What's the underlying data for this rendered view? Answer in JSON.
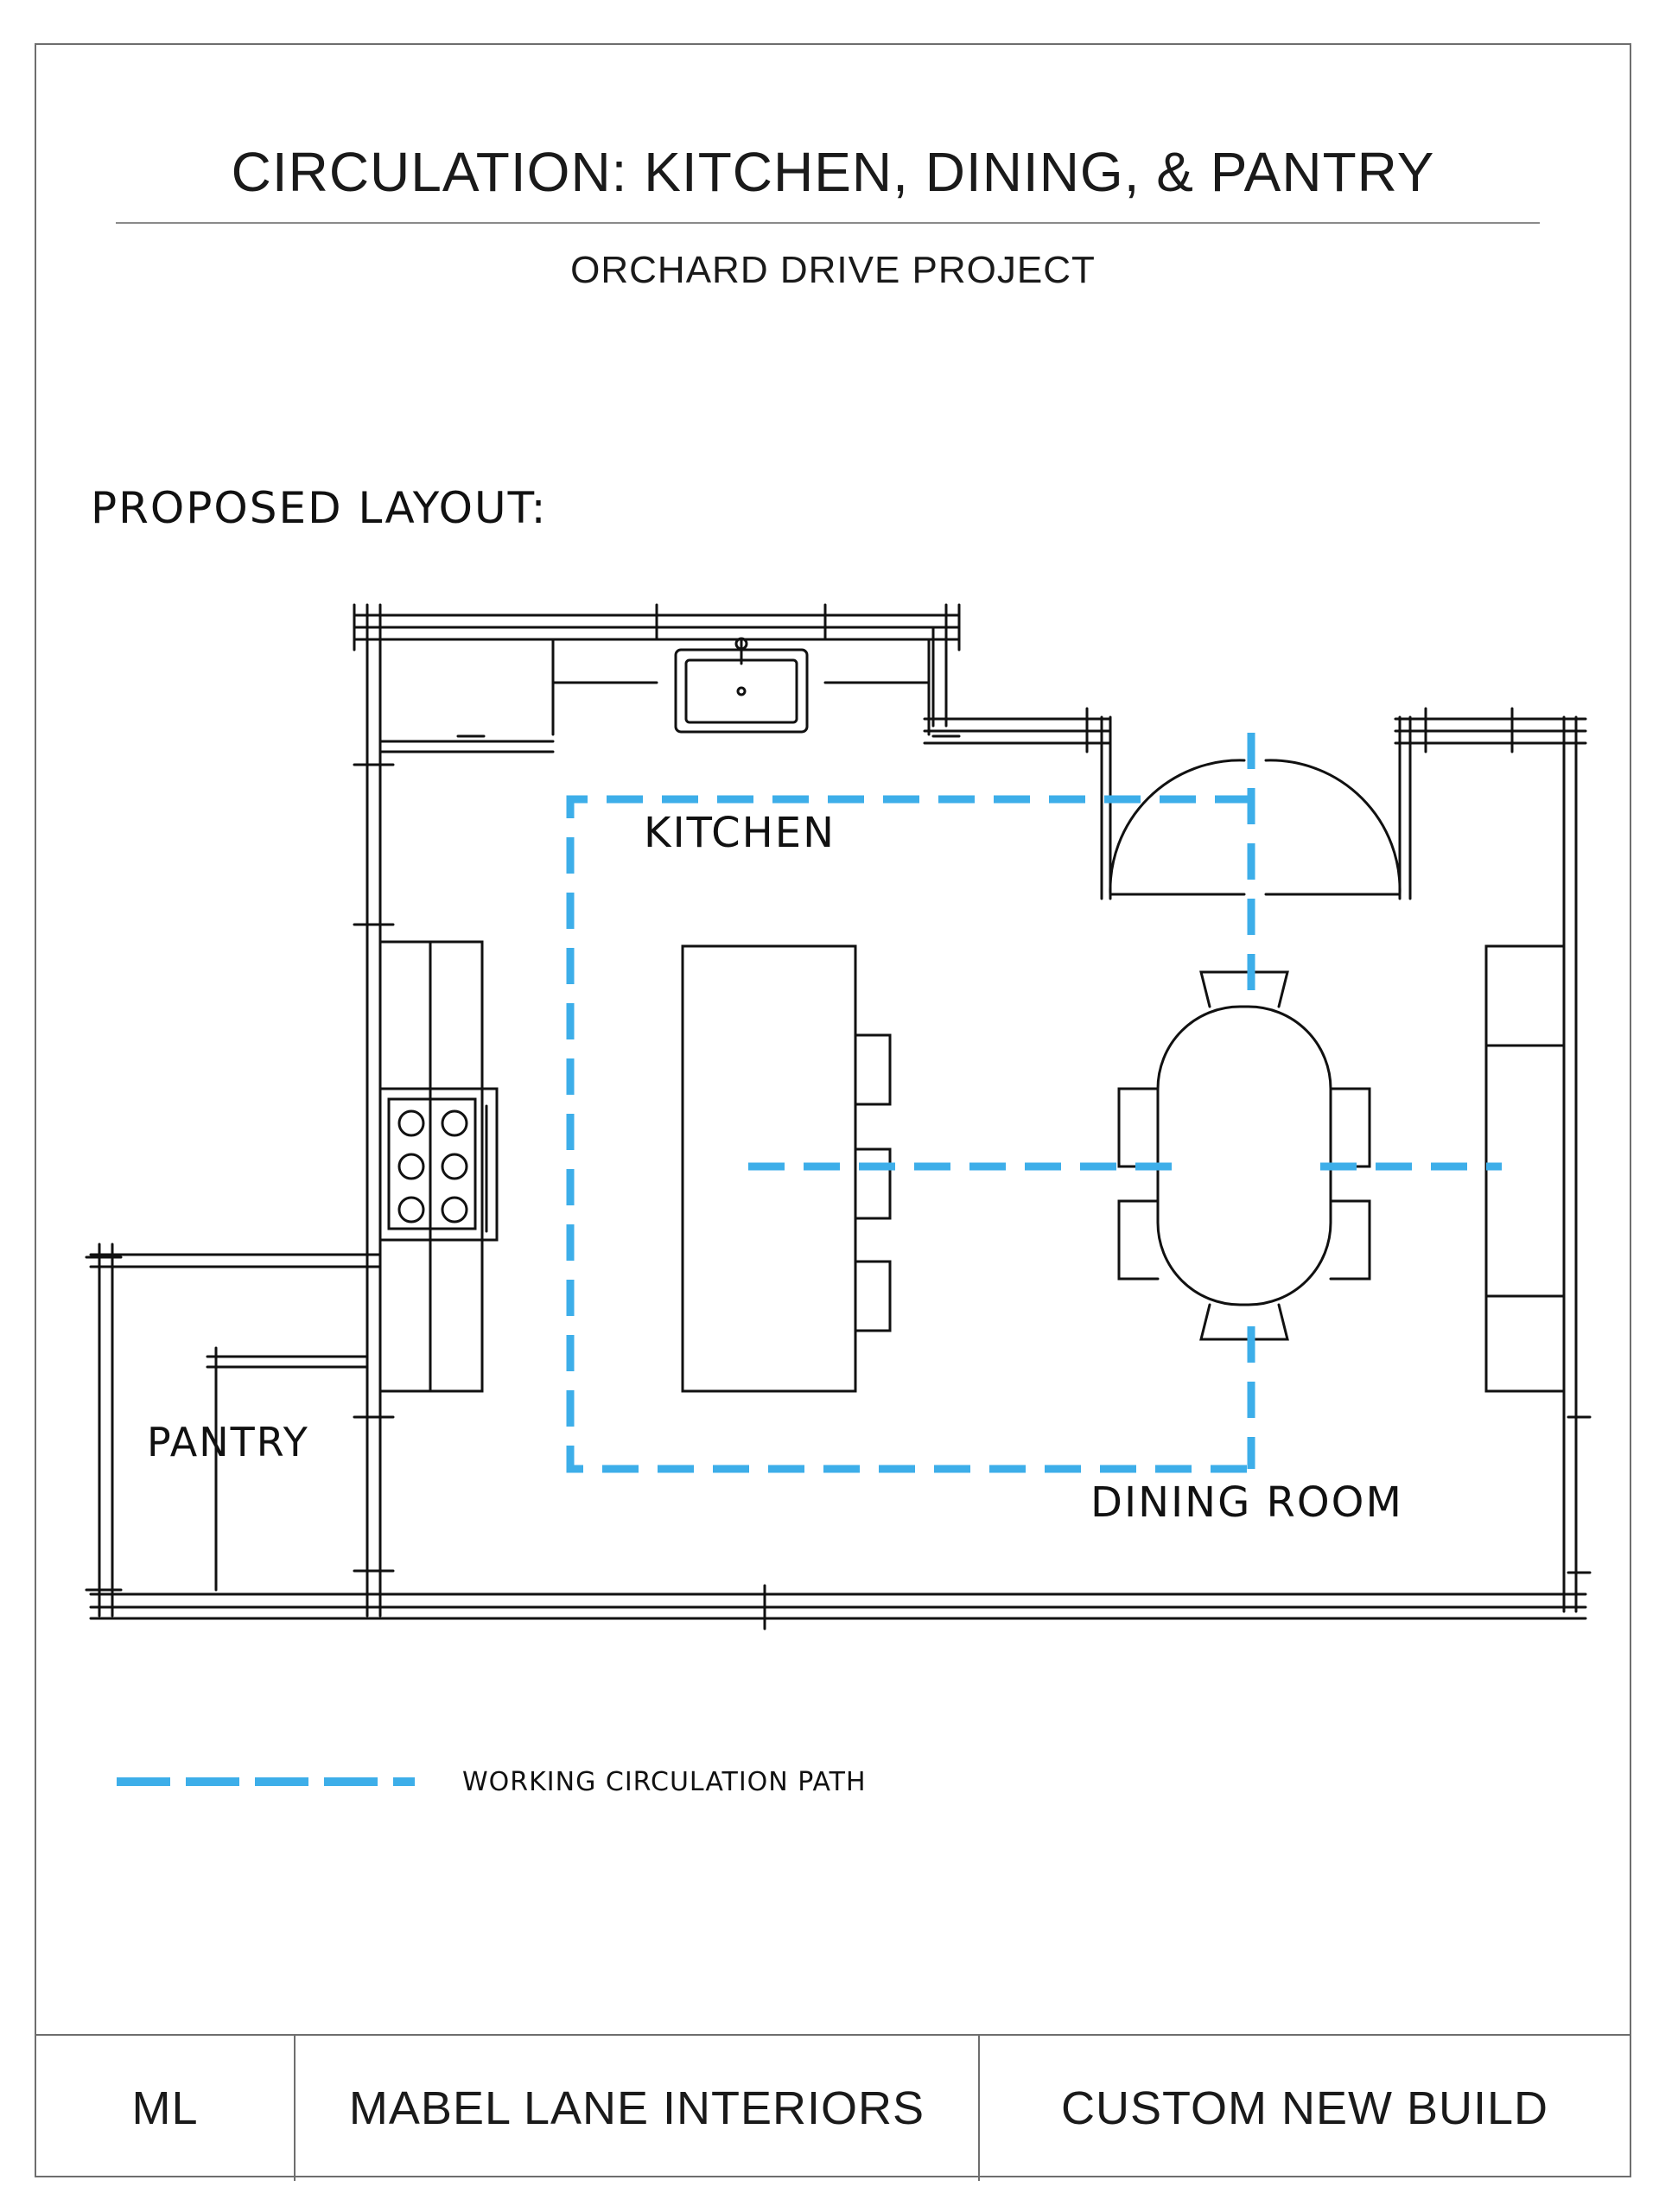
{
  "header": {
    "title": "CIRCULATION: KITCHEN, DINING, & PANTRY",
    "subtitle": "ORCHARD DRIVE PROJECT"
  },
  "drawing": {
    "section_label": "PROPOSED LAYOUT:",
    "rooms": {
      "kitchen": "KITCHEN",
      "dining": "DINING ROOM",
      "pantry": "PANTRY"
    },
    "legend": {
      "label": "WORKING CIRCULATION PATH",
      "color": "#3daee9"
    }
  },
  "footer": {
    "monogram": "ML",
    "company": "MABEL LANE INTERIORS",
    "project_type": "CUSTOM NEW BUILD"
  }
}
